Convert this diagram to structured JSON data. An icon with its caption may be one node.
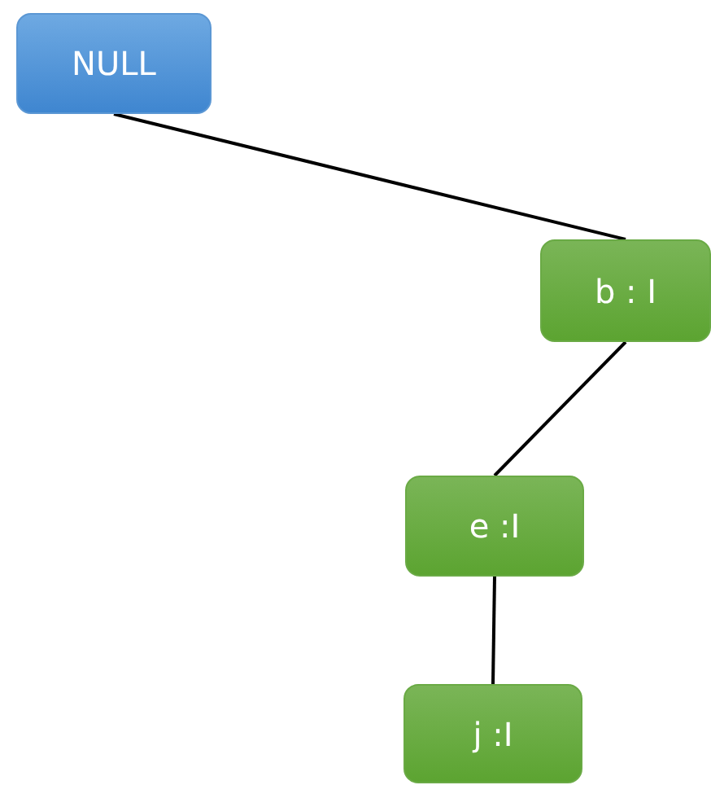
{
  "diagram": {
    "nodes": [
      {
        "text": [
          "NULL"
        ]
      },
      {
        "text": [
          "b : I"
        ]
      },
      {
        "text": [
          "e :I"
        ]
      },
      {
        "text": [
          "j :I"
        ]
      }
    ],
    "edges": [
      {
        "from": 0,
        "to": 1,
        "arrow": "none"
      },
      {
        "from": 1,
        "to": 2,
        "arrow": "none"
      },
      {
        "from": 2,
        "to": 3,
        "arrow": "none"
      }
    ]
  }
}
